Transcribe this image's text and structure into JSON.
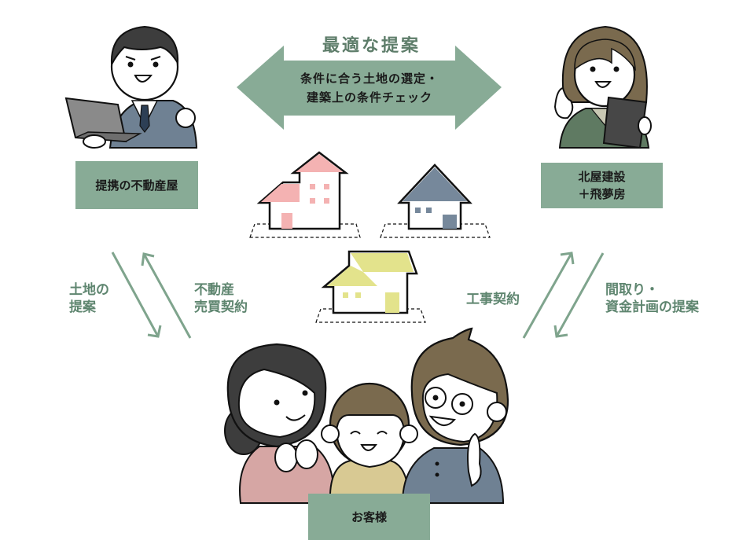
{
  "diagram": {
    "title": "最適な提案",
    "central_arrow": {
      "line1": "条件に合う土地の選定・",
      "line2": "建築上の条件チェック",
      "color": "#88ab96"
    },
    "nodes": {
      "real_estate": {
        "label": "提携の不動産屋"
      },
      "builder": {
        "line1": "北屋建設",
        "line2": "＋飛夢房"
      },
      "customer": {
        "label": "お客様"
      }
    },
    "flows": {
      "land_proposal": {
        "line1": "土地の",
        "line2": "提案"
      },
      "sales_contract": {
        "line1": "不動産",
        "line2": "売買契約"
      },
      "construction_contract": {
        "label": "工事契約"
      },
      "plan_proposal": {
        "line1": "間取り・",
        "line2": "資金計画の提案"
      }
    },
    "houses": [
      {
        "name": "pink-house",
        "color": "#f4b2b2"
      },
      {
        "name": "blue-house",
        "color": "#76889b"
      },
      {
        "name": "yellow-house",
        "color": "#e3e38c"
      }
    ],
    "colors": {
      "accent_green": "#88ab96",
      "text_green": "#5f8670",
      "label_text": "#1a1a1a"
    }
  }
}
